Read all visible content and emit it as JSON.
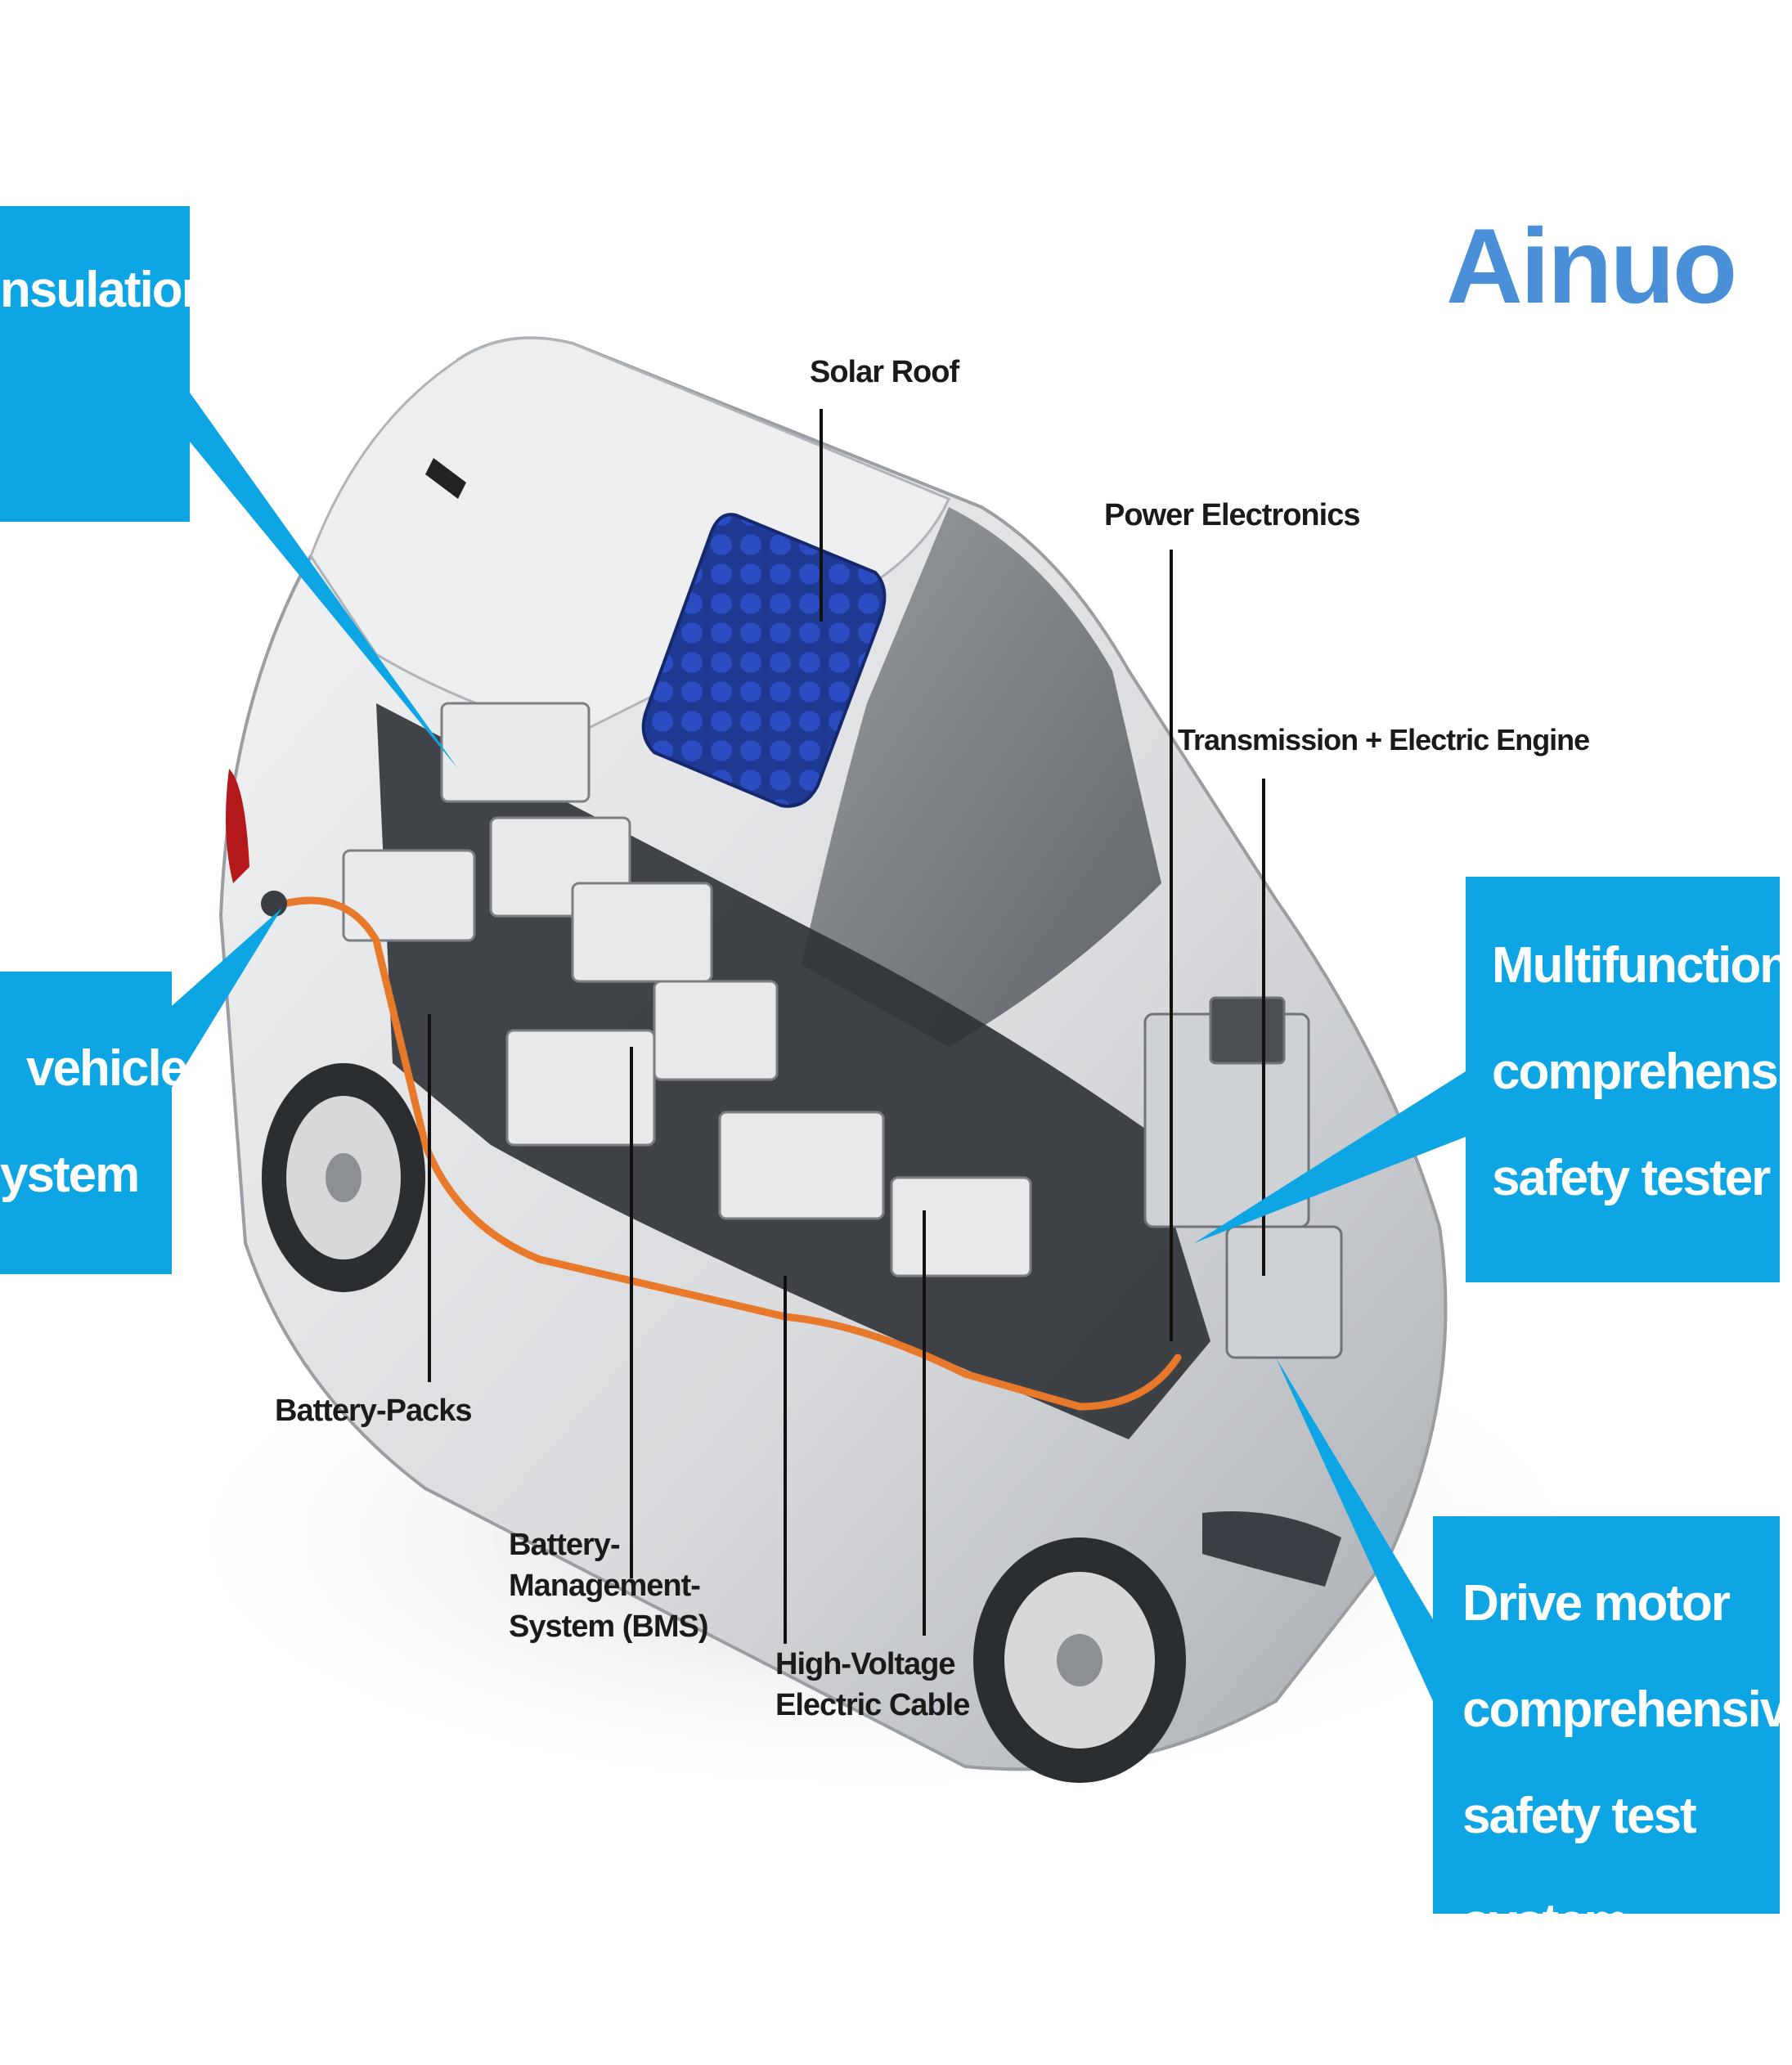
{
  "brand": {
    "name": "Ainuo",
    "color": "#4a90d9"
  },
  "callouts": {
    "color": "#0ea5e4",
    "insulation": [
      "nsulation"
    ],
    "vehicle_system": [
      "vehicle",
      "ystem"
    ],
    "multifunctional": [
      "Multifunctional",
      "comprehensive",
      "safety tester"
    ],
    "drive_motor": [
      "Drive motor",
      "comprehensive",
      "safety test system"
    ]
  },
  "part_labels": {
    "solar_roof": "Solar Roof",
    "power_electronics": "Power Electronics",
    "transmission": "Transmission + Electric Engine",
    "battery_packs": "Battery-Packs",
    "bms": [
      "Battery-",
      "Management-",
      "System (BMS)"
    ],
    "hv_cable": [
      "High-Voltage",
      "Electric Cable"
    ]
  },
  "illustration": {
    "subject": "car-cutaway",
    "cable_color": "#e8782a",
    "solar_panel_color": "#1f3a93"
  }
}
